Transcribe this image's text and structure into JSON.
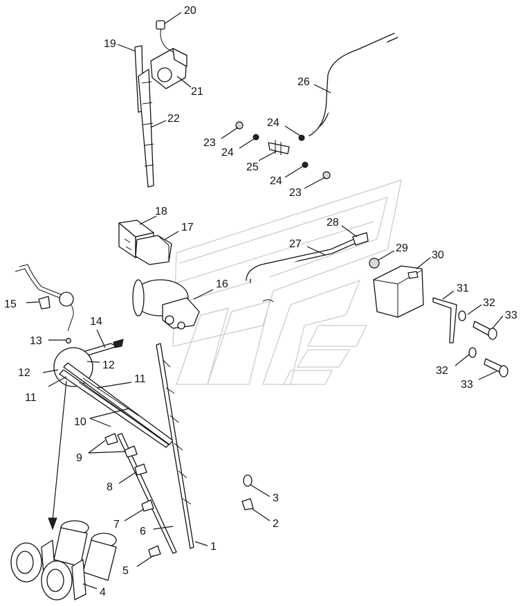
{
  "diagram": {
    "type": "exploded-parts-diagram",
    "callouts": [
      "1",
      "2",
      "3",
      "4",
      "5",
      "6",
      "7",
      "8",
      "9",
      "10",
      "11",
      "11",
      "12",
      "12",
      "13",
      "14",
      "15",
      "16",
      "17",
      "18",
      "19",
      "20",
      "21",
      "22",
      "23",
      "23",
      "24",
      "24",
      "24",
      "25",
      "26",
      "27",
      "28",
      "29",
      "30",
      "31",
      "32",
      "32",
      "33",
      "33"
    ]
  }
}
